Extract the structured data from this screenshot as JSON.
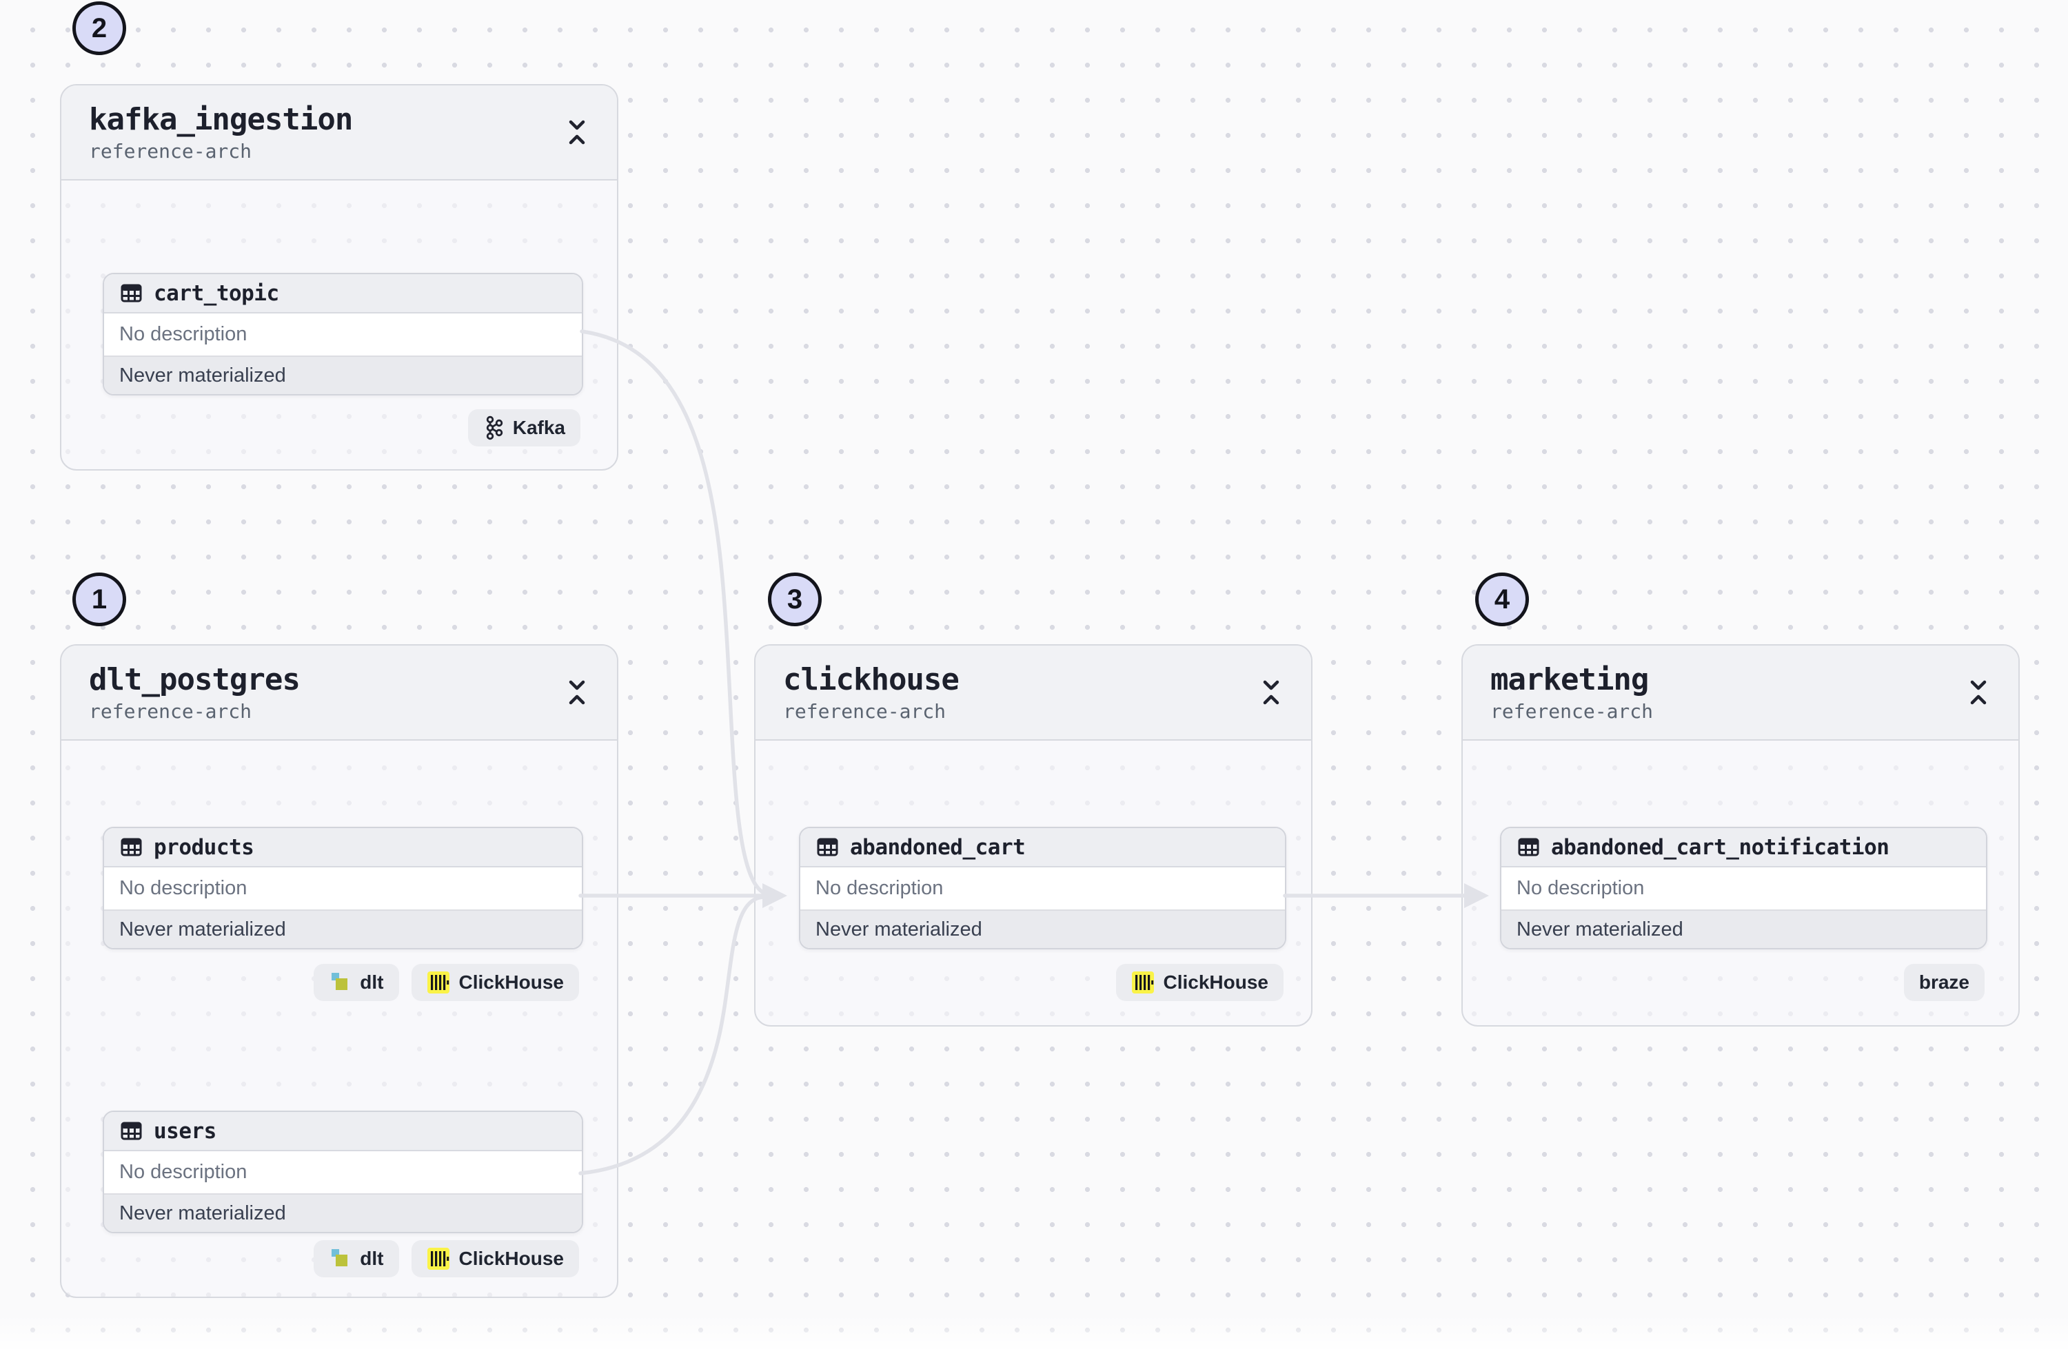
{
  "colors": {
    "canvas_bg": "#fafafb",
    "dot": "#d9dae2",
    "edge": "#e1e2e8",
    "group_header_bg": "#f1f2f5",
    "group_border": "#d7d9df",
    "asset_header_bg": "#edeef2",
    "asset_status_bg": "#e9eaee",
    "badge_bg": "#ebecf0",
    "step_badge_fill": "#d9dbf7",
    "title_text": "#1d202c",
    "muted_text": "#6b7280",
    "clickhouse_yellow": "#faf348",
    "dlt_teal": "#72bfd9",
    "dlt_olive": "#bcc23b"
  },
  "groups": [
    {
      "number": "1",
      "title": "dlt_postgres",
      "subtitle": "reference-arch",
      "assets": [
        {
          "name": "products",
          "description": "No description",
          "status": "Never materialized",
          "badges": [
            {
              "label": "dlt",
              "icon": "dlt-icon"
            },
            {
              "label": "ClickHouse",
              "icon": "clickhouse-icon"
            }
          ]
        },
        {
          "name": "users",
          "description": "No description",
          "status": "Never materialized",
          "badges": [
            {
              "label": "dlt",
              "icon": "dlt-icon"
            },
            {
              "label": "ClickHouse",
              "icon": "clickhouse-icon"
            }
          ]
        }
      ]
    },
    {
      "number": "2",
      "title": "kafka_ingestion",
      "subtitle": "reference-arch",
      "assets": [
        {
          "name": "cart_topic",
          "description": "No description",
          "status": "Never materialized",
          "badges": [
            {
              "label": "Kafka",
              "icon": "kafka-icon"
            }
          ]
        }
      ]
    },
    {
      "number": "3",
      "title": "clickhouse",
      "subtitle": "reference-arch",
      "assets": [
        {
          "name": "abandoned_cart",
          "description": "No description",
          "status": "Never materialized",
          "badges": [
            {
              "label": "ClickHouse",
              "icon": "clickhouse-icon"
            }
          ]
        }
      ]
    },
    {
      "number": "4",
      "title": "marketing",
      "subtitle": "reference-arch",
      "assets": [
        {
          "name": "abandoned_cart_notification",
          "description": "No description",
          "status": "Never materialized",
          "badges": [
            {
              "label": "braze",
              "icon": null
            }
          ]
        }
      ]
    }
  ],
  "edges": [
    {
      "from": "cart_topic",
      "to": "abandoned_cart"
    },
    {
      "from": "products",
      "to": "abandoned_cart"
    },
    {
      "from": "users",
      "to": "abandoned_cart"
    },
    {
      "from": "abandoned_cart",
      "to": "abandoned_cart_notification"
    }
  ]
}
